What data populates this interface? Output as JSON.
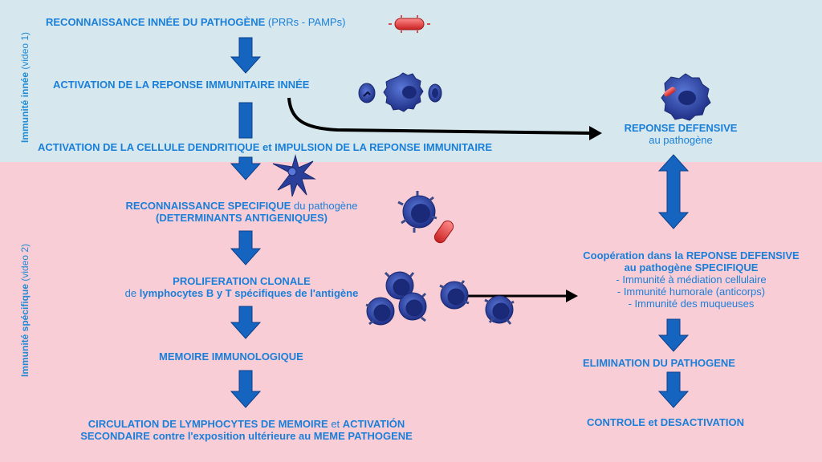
{
  "sections": {
    "innate": {
      "label": "Immunité innée",
      "video": "(video 1)"
    },
    "specific": {
      "label": "Immunité spécifique",
      "video": "(video 2)"
    }
  },
  "left_flow": {
    "step1": {
      "bold": "RECONNAISSANCE INNÉE DU PATHOGÈNE",
      "normal": " (PRRs - PAMPs)"
    },
    "step2": "ACTIVATION DE LA REPONSE IMMUNITAIRE INNÉE",
    "step3": "ACTIVATION DE LA CELLULE DENDRITIQUE et IMPULSION DE LA REPONSE IMMUNITAIRE",
    "step4": {
      "bold": "RECONNAISSANCE SPECIFIQUE",
      "normal": " du pathogène",
      "line2": "(DETERMINANTS ANTIGENIQUES)"
    },
    "step5": {
      "line1": "PROLIFERATION CLONALE",
      "line2_normal": "de ",
      "line2_bold": "lymphocytes B y T spécifiques de l'antigène"
    },
    "step6": "MEMOIRE IMMUNOLOGIQUE",
    "step7": {
      "line1_bold": "CIRCULATION DE LYMPHOCYTES DE MEMOIRE",
      "line1_normal": " et ",
      "line1_bold2": "ACTIVATIÓN",
      "line2": "SECONDAIRE contre l'exposition ultérieure au MEME PATHOGENE"
    }
  },
  "right_flow": {
    "defense": {
      "title": "REPONSE DEFENSIVE",
      "sub": "au pathogène"
    },
    "cooperation": {
      "line1": "Coopération dans la REPONSE DEFENSIVE",
      "line2": "au pathogène SPECIFIQUE",
      "items": [
        "- Immunité à médiation cellulaire",
        "- Immunité humorale (anticorps)",
        "- Immunité des muqueuses"
      ]
    },
    "elimination": "ELIMINATION DU PATHOGENE",
    "control": "CONTROLE et DESACTIVATION"
  },
  "colors": {
    "text": "#1a7fd9",
    "arrow": "#1565c0",
    "cell": "#2a3f9a",
    "bacteria": "#e23a3a"
  },
  "icons": [
    "bacterium-icon",
    "innate-cells-icon",
    "macrophage-icon",
    "dendritic-cell-icon",
    "b-cell-bacterium-icon",
    "lymphocyte-cluster-icon"
  ]
}
